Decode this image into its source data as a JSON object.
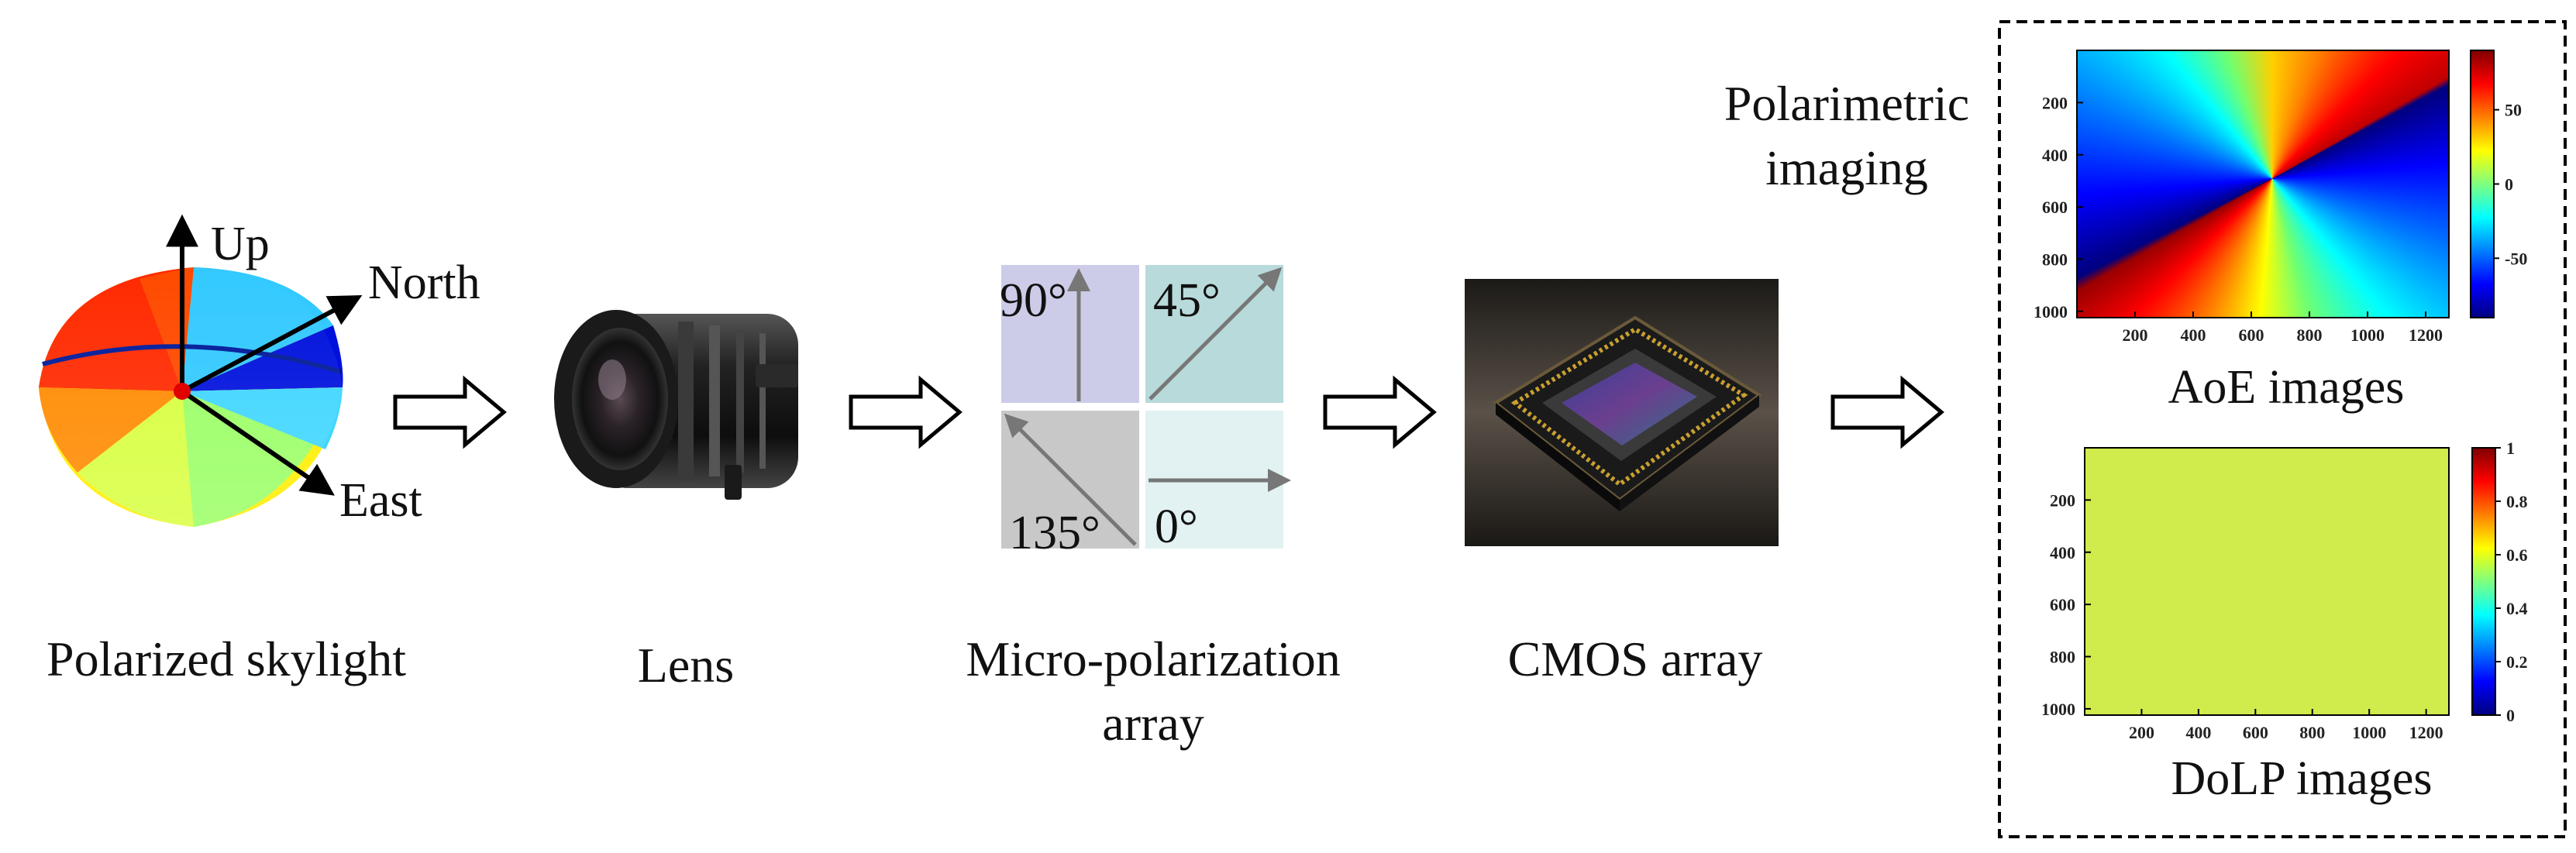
{
  "stages": {
    "skylight": {
      "label": "Polarized skylight",
      "axes": {
        "up": "Up",
        "north": "North",
        "east": "East"
      }
    },
    "lens": {
      "label": "Lens"
    },
    "micro": {
      "label_line1": "Micro-polarization",
      "label_line2": "array",
      "cells": [
        {
          "angle": "90°",
          "color": "#cccce9"
        },
        {
          "angle": "45°",
          "color": "#b8dada"
        },
        {
          "angle": "135°",
          "color": "#c8c8c8"
        },
        {
          "angle": "0°",
          "color": "#e2f2f2"
        }
      ]
    },
    "cmos": {
      "label": "CMOS array"
    }
  },
  "panel": {
    "heading_line1": "Polarimetric",
    "heading_line2": "imaging",
    "aoe": {
      "title": "AoE images",
      "y_ticks": [
        "200",
        "400",
        "600",
        "800",
        "1000"
      ],
      "x_ticks": [
        "200",
        "400",
        "600",
        "800",
        "1000",
        "1200"
      ],
      "colorbar_ticks": [
        "50",
        "0",
        "-50"
      ],
      "colorbar_range": [
        -90,
        90
      ]
    },
    "dolp": {
      "title": "DoLP images",
      "y_ticks": [
        "200",
        "400",
        "600",
        "800",
        "1000"
      ],
      "x_ticks": [
        "200",
        "400",
        "600",
        "800",
        "1000",
        "1200"
      ],
      "colorbar_ticks": [
        "1",
        "0.8",
        "0.6",
        "0.4",
        "0.2",
        "0"
      ],
      "colorbar_range": [
        0,
        1
      ]
    }
  },
  "colors": {
    "jet": [
      "#00007f",
      "#0000ff",
      "#007fff",
      "#00ffff",
      "#7fff7f",
      "#ffff00",
      "#ff7f00",
      "#ff0000",
      "#7f0000"
    ],
    "dolp_fill": "#cfeb4c",
    "arrow_stroke": "#000000",
    "panel_border": "#000000"
  }
}
